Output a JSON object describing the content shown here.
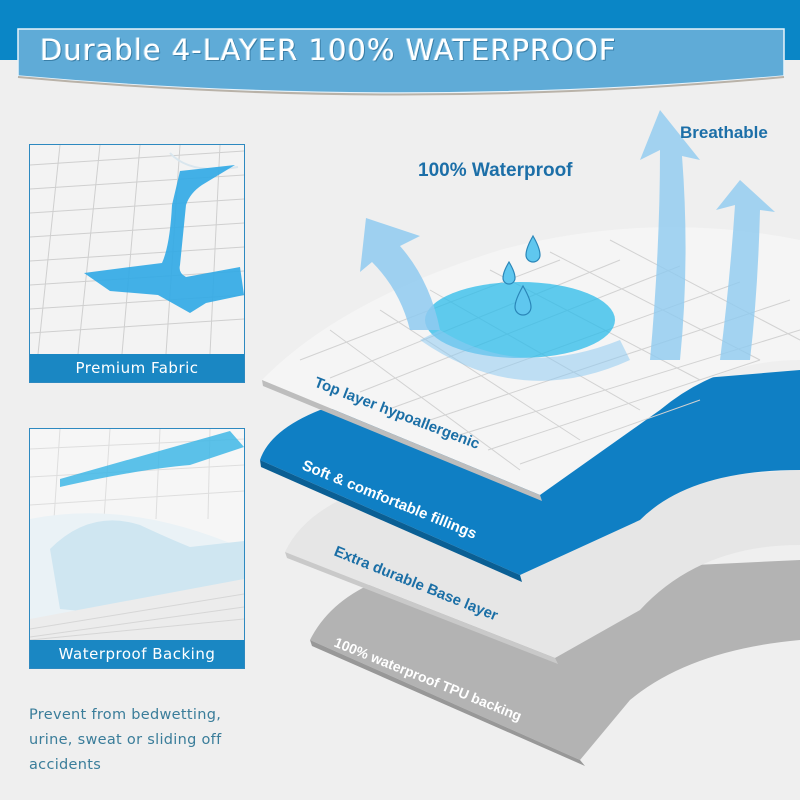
{
  "banner": {
    "title": "Durable 4-LAYER 100% WATERPROOF",
    "colors": {
      "band": "#0a86c6",
      "ribbon": "#5aa9d6",
      "text": "#ffffff"
    }
  },
  "panels": [
    {
      "label": "Premium Fabric",
      "image": "quilted-fabric-with-blue-liquid-spill"
    },
    {
      "label": "Waterproof Backing",
      "image": "quilted-pad-waterproof-underside"
    }
  ],
  "description": {
    "lines": [
      "Prevent from bedwetting,",
      "urine, sweat or sliding off",
      "accidents"
    ]
  },
  "callouts": {
    "waterproof": "100% Waterproof",
    "breathable": "Breathable"
  },
  "layers": [
    {
      "label": "Top layer hypoallergenic",
      "color": "#f4f4f4"
    },
    {
      "label": "Soft & comfortable fillings",
      "color": "#0f7fc4"
    },
    {
      "label": "Extra durable Base layer",
      "color": "#e4e4e4"
    },
    {
      "label": "100% waterproof TPU backing",
      "color": "#b3b3b3"
    }
  ],
  "icons": {
    "arrows": "breathable-up-arrows",
    "drops": "water-drop-icons"
  }
}
